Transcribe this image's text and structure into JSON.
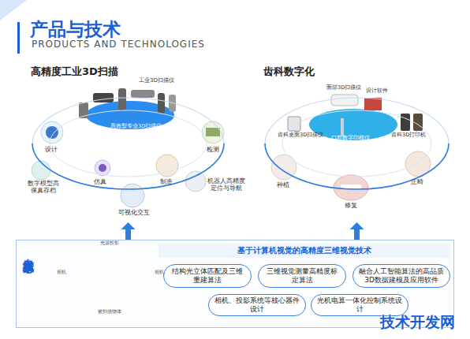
{
  "diagram": {
    "title": "产品与技术",
    "nodes": [
      {
        "text": [
          "高精度工业3D扫描"
        ]
      },
      {
        "text": [
          "齿科数字化"
        ]
      },
      {
        "text": [
          "自主核心技术",
          "基于计算机视觉的高精度三维视觉技术"
        ]
      },
      {
        "text": [
          "结构光立体匹配及三维重建算法"
        ],
        "in": 2
      },
      {
        "text": [
          "三维视觉测量高精度标定算法"
        ],
        "in": 2
      },
      {
        "text": [
          "融合人工智能算法的高品质3D数据建模及应用软件"
        ],
        "in": 2
      },
      {
        "text": [
          "相机、投影系统等核心器件设计"
        ],
        "in": 2
      },
      {
        "text": [
          "光机电算一体化控制系统设计"
        ],
        "in": 2
      }
    ],
    "edges": [
      {
        "from": 2,
        "to": 0,
        "arrow": "to"
      },
      {
        "from": 2,
        "to": 1,
        "arrow": "to"
      }
    ],
    "labels": [
      "PRODUCTS AND TECHNOLOGIES",
      "工业3D扫描仪",
      "高效型专业3D扫描仪",
      "设计",
      "检测",
      "数字模型高保真存档",
      "仿真",
      "制造",
      "机器人高精度定位与导航",
      "可视化交互",
      "面部3D扫描仪",
      "设计软件",
      "齿科桌面3D扫描仪",
      "口腔数字印模仪",
      "齿科3D打印机",
      "种植",
      "修复",
      "正畸",
      "光源投影",
      "相机",
      "相机",
      "被扫描物体",
      "技术开发网"
    ]
  }
}
